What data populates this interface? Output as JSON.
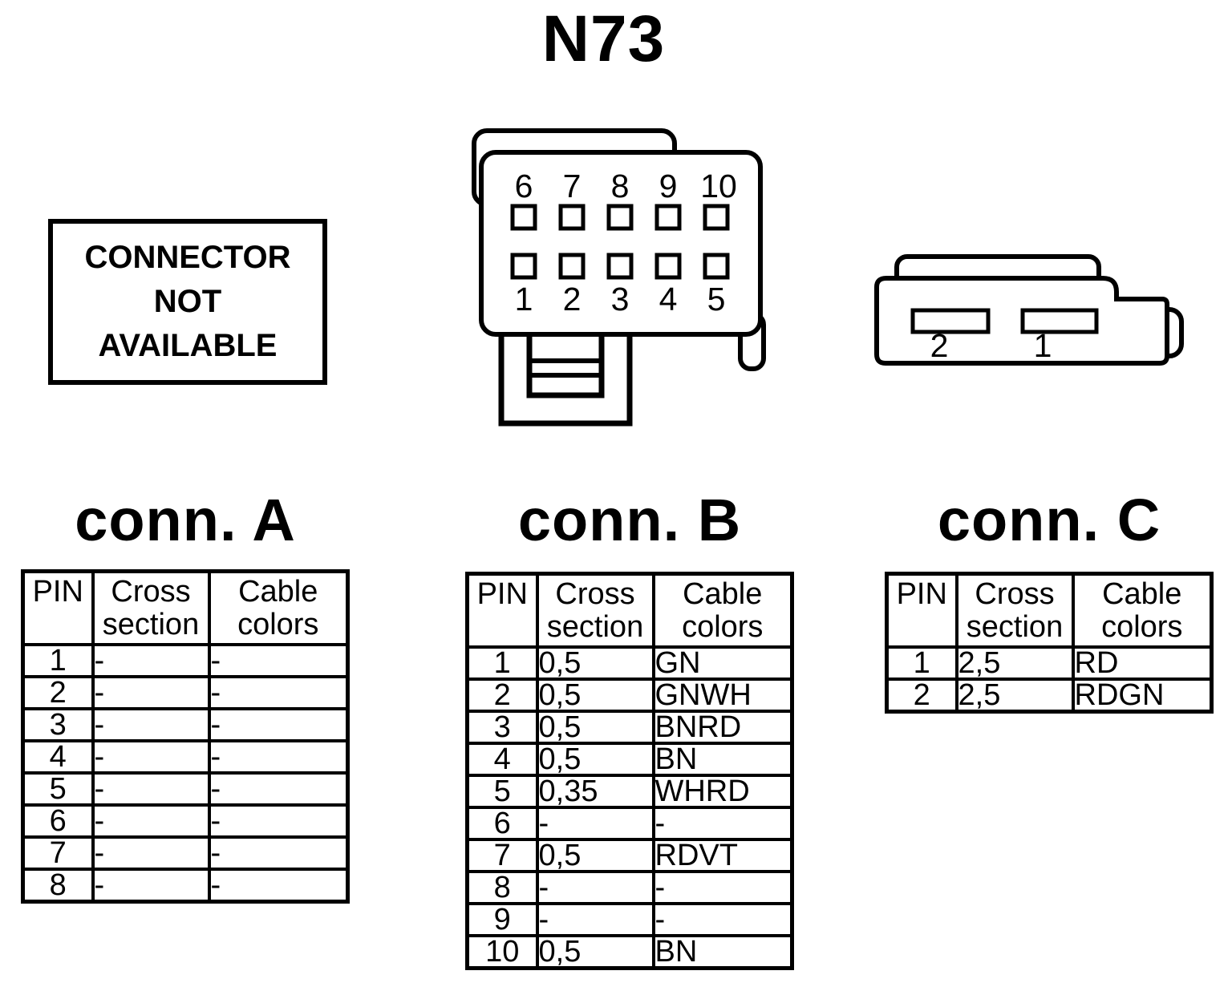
{
  "title": "N73",
  "colors": {
    "line": "#000000",
    "background": "#ffffff"
  },
  "not_available_box": {
    "line1": "CONNECTOR",
    "line2": "NOT",
    "line3": "AVAILABLE"
  },
  "connector_10pin": {
    "top_pins": [
      "6",
      "7",
      "8",
      "9",
      "10"
    ],
    "bottom_pins": [
      "1",
      "2",
      "3",
      "4",
      "5"
    ]
  },
  "connector_2pin": {
    "pins": [
      "2",
      "1"
    ]
  },
  "conn_a": {
    "heading": "conn. A",
    "headers": [
      "PIN",
      "Cross section",
      "Cable colors"
    ],
    "rows": [
      [
        "1",
        "-",
        "-"
      ],
      [
        "2",
        "-",
        "-"
      ],
      [
        "3",
        "-",
        "-"
      ],
      [
        "4",
        "-",
        "-"
      ],
      [
        "5",
        "-",
        "-"
      ],
      [
        "6",
        "-",
        "-"
      ],
      [
        "7",
        "-",
        "-"
      ],
      [
        "8",
        "-",
        "-"
      ]
    ]
  },
  "conn_b": {
    "heading": "conn. B",
    "headers": [
      "PIN",
      "Cross section",
      "Cable colors"
    ],
    "rows": [
      [
        "1",
        "0,5",
        "GN"
      ],
      [
        "2",
        "0,5",
        "GNWH"
      ],
      [
        "3",
        "0,5",
        "BNRD"
      ],
      [
        "4",
        "0,5",
        "BN"
      ],
      [
        "5",
        "0,35",
        "WHRD"
      ],
      [
        "6",
        "-",
        "-"
      ],
      [
        "7",
        "0,5",
        "RDVT"
      ],
      [
        "8",
        "-",
        "-"
      ],
      [
        "9",
        "-",
        "-"
      ],
      [
        "10",
        "0,5",
        "BN"
      ]
    ]
  },
  "conn_c": {
    "heading": "conn. C",
    "headers": [
      "PIN",
      "Cross section",
      "Cable colors"
    ],
    "rows": [
      [
        "1",
        "2,5",
        "RD"
      ],
      [
        "2",
        "2,5",
        "RDGN"
      ]
    ]
  }
}
